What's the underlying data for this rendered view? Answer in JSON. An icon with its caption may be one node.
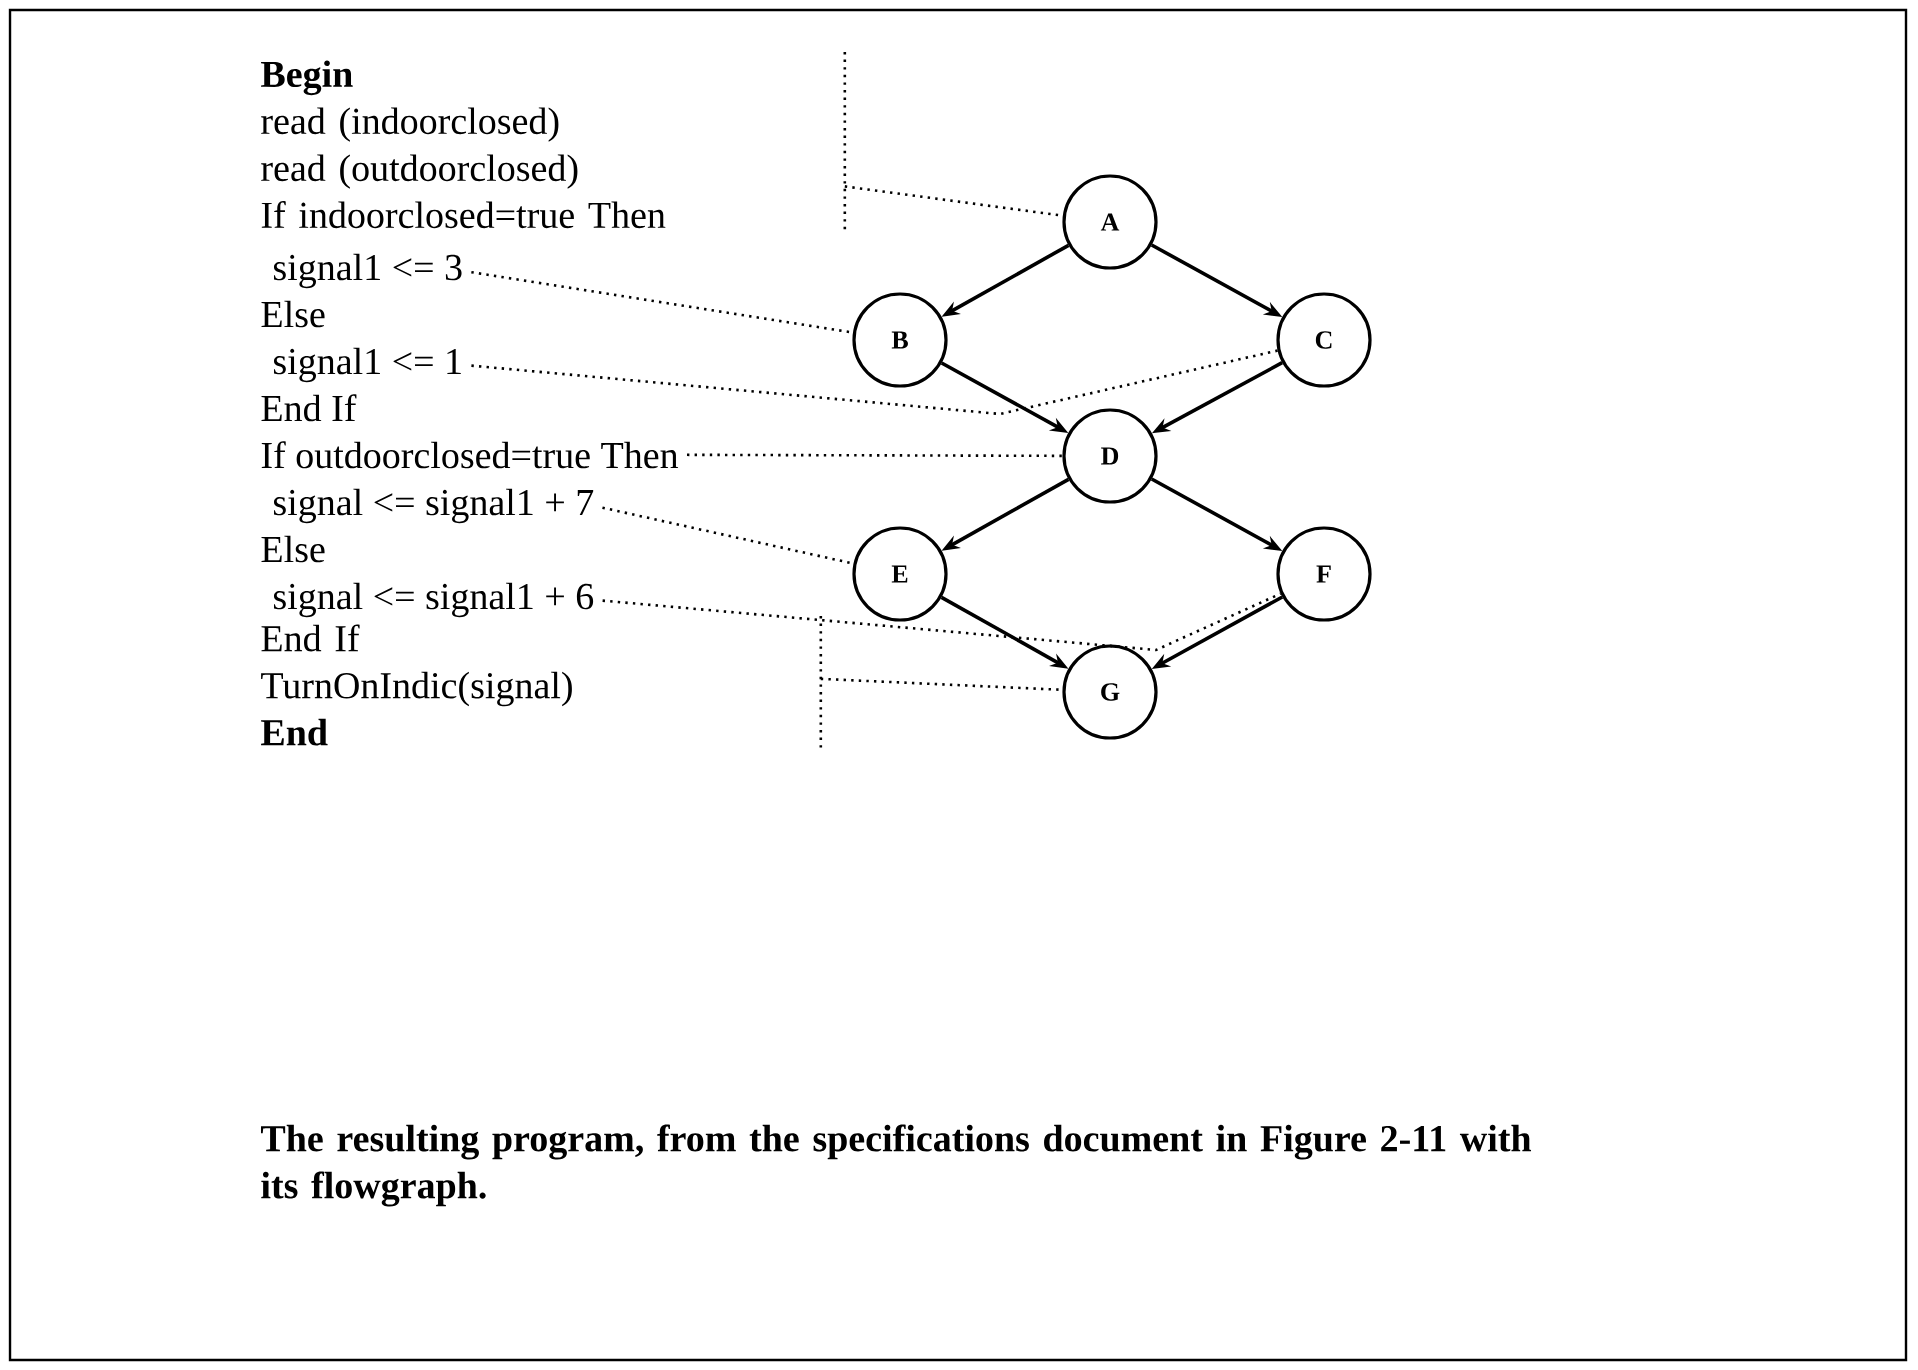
{
  "diagram": {
    "caption": "The resulting program, from the specifications document in Figure 2-11 with its flowgraph.",
    "nodes": [
      {
        "text": [
          "Begin",
          "read (indoorclosed)",
          "read (outdoorclosed)",
          "If indoorclosed=true Then"
        ]
      },
      {
        "text": [
          "signal1 <= 3"
        ]
      },
      {
        "text": [
          "signal1 <= 1"
        ]
      },
      {
        "text": [
          "If outdoorclosed=true Then"
        ]
      },
      {
        "text": [
          "signal <= signal1 + 7"
        ]
      },
      {
        "text": [
          "signal <= signal1 + 6"
        ]
      },
      {
        "text": [
          "End If",
          "TurnOnIndic(signal)",
          "End"
        ]
      },
      {
        "text": [
          "A"
        ]
      },
      {
        "text": [
          "B"
        ]
      },
      {
        "text": [
          "C"
        ]
      },
      {
        "text": [
          "D"
        ]
      },
      {
        "text": [
          "E"
        ]
      },
      {
        "text": [
          "F"
        ]
      },
      {
        "text": [
          "G"
        ]
      }
    ],
    "edges": [
      {
        "from": 0,
        "to": 7,
        "arrow": "none",
        "style": "dashed"
      },
      {
        "from": 1,
        "to": 8,
        "arrow": "none",
        "style": "dashed"
      },
      {
        "from": 2,
        "to": 9,
        "arrow": "none",
        "style": "dashed"
      },
      {
        "from": 3,
        "to": 10,
        "arrow": "none",
        "style": "dashed"
      },
      {
        "from": 4,
        "to": 11,
        "arrow": "none",
        "style": "dashed"
      },
      {
        "from": 5,
        "to": 12,
        "arrow": "none",
        "style": "dashed"
      },
      {
        "from": 6,
        "to": 13,
        "arrow": "none",
        "style": "dashed"
      },
      {
        "from": 7,
        "to": 8,
        "arrow": "to"
      },
      {
        "from": 7,
        "to": 9,
        "arrow": "to"
      },
      {
        "from": 8,
        "to": 10,
        "arrow": "to"
      },
      {
        "from": 9,
        "to": 10,
        "arrow": "to"
      },
      {
        "from": 10,
        "to": 11,
        "arrow": "to"
      },
      {
        "from": 10,
        "to": 12,
        "arrow": "to"
      },
      {
        "from": 11,
        "to": 13,
        "arrow": "to"
      },
      {
        "from": 12,
        "to": 13,
        "arrow": "to"
      }
    ],
    "labels": [
      "Else",
      "End If",
      "Else"
    ]
  }
}
